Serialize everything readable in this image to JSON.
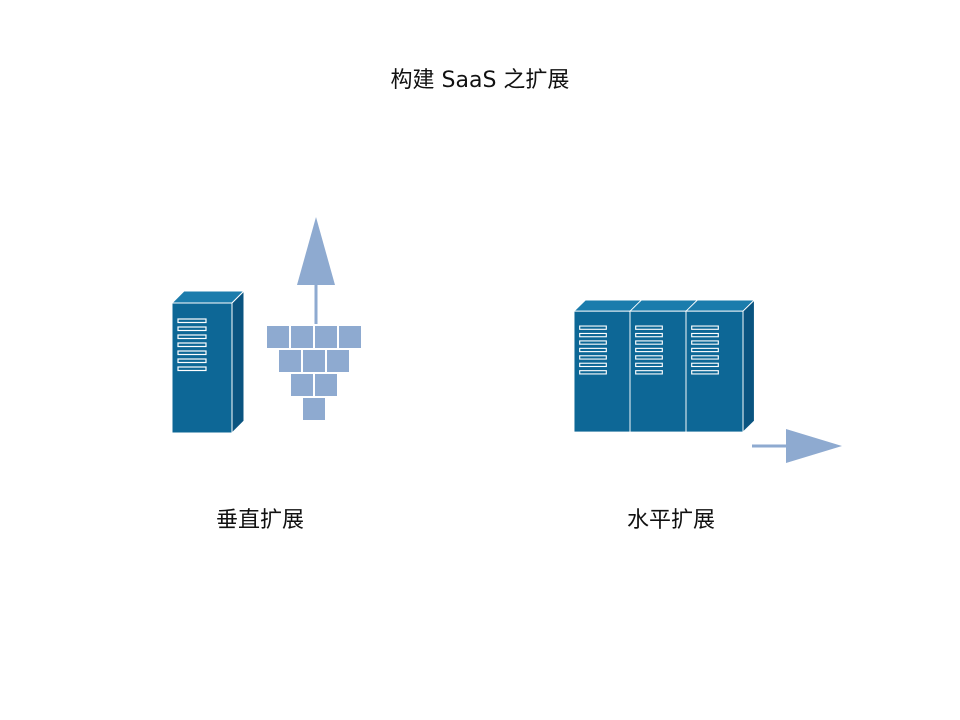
{
  "title": "构建 SaaS 之扩展",
  "vertical": {
    "label": "垂直扩展"
  },
  "horizontal": {
    "label": "水平扩展"
  },
  "colors": {
    "server_front": "#0d6796",
    "server_side": "#0a5480",
    "server_top": "#1b7cac",
    "block_fill": "#8eaad0",
    "block_stroke": "#ffffff",
    "arrow": "#8eaad0"
  },
  "icons": [
    "server-tower-icon",
    "up-arrow-icon",
    "right-arrow-icon"
  ]
}
